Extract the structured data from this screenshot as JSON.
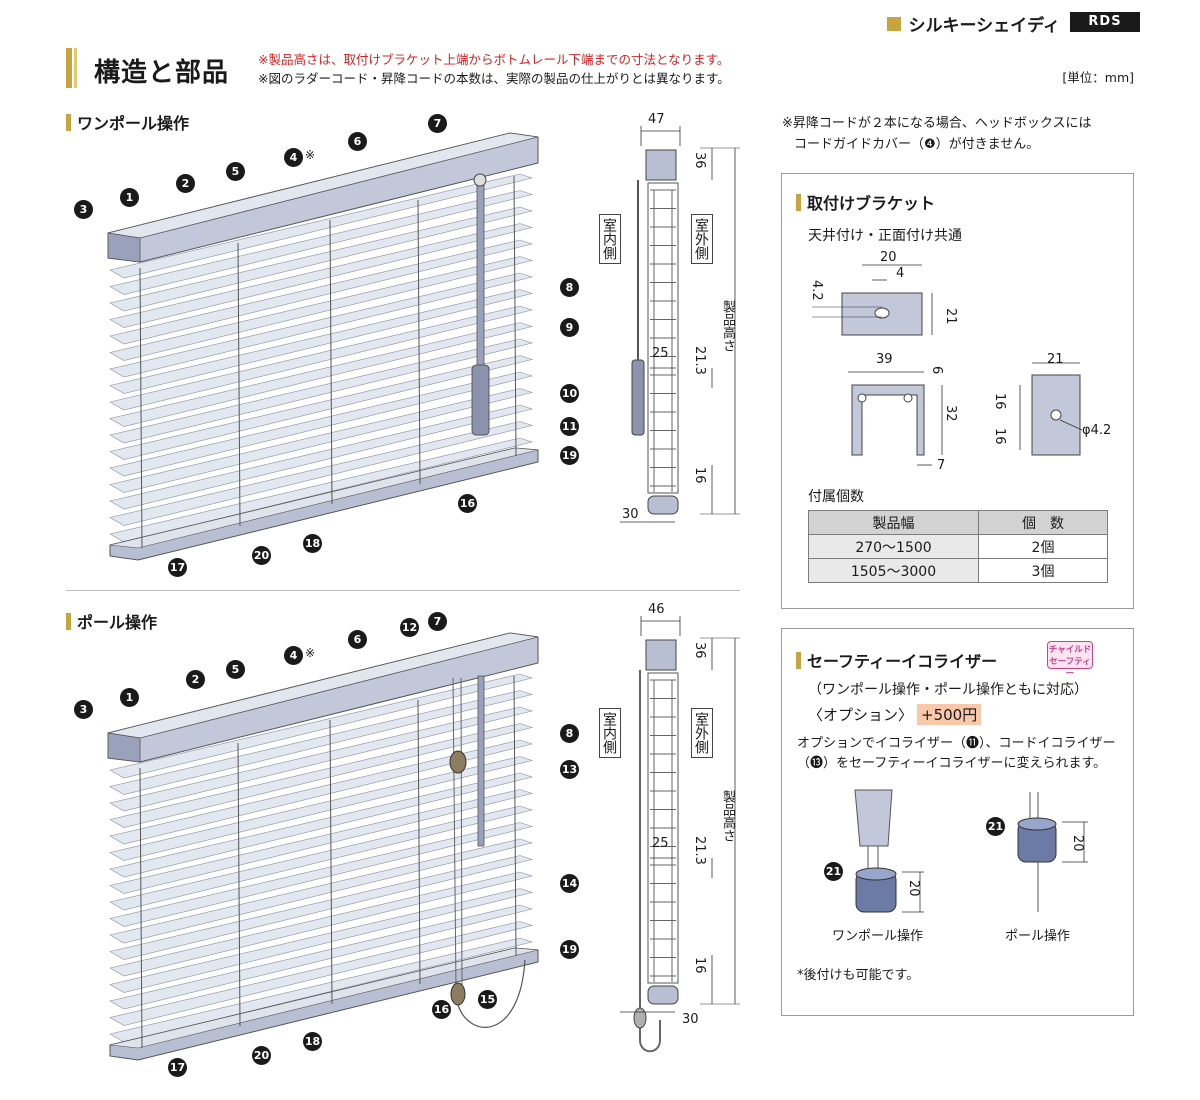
{
  "header": {
    "brand_name": "シルキーシェイディ",
    "brand_code": "RDS",
    "page_title": "構造と部品",
    "note_red": "※製品高さは、取付けブラケット上端からボトムレール下端までの寸法となります。",
    "note_black": "※図のラダーコード・昇降コードの本数は、実際の製品の仕上がりとは異なります。",
    "unit": "[単位：mm]"
  },
  "sections": {
    "one_pole": "ワンポール操作",
    "pole": "ポール操作"
  },
  "callouts": {
    "c1": "❶",
    "c2": "❷",
    "c3": "❸",
    "c4": "❹",
    "c4_mark": "※",
    "c5": "❺",
    "c6": "❻",
    "c7": "❼",
    "c8": "❽",
    "c9": "❾",
    "c10": "❿",
    "c11": "⓫",
    "c12": "⓬",
    "c13": "⓭",
    "c14": "⓮",
    "c15": "⓯",
    "c16": "⓰",
    "c17": "⓱",
    "c18": "⓲",
    "c19": "⓳",
    "c20": "⓴",
    "c21": "㉑"
  },
  "side_view": {
    "indoor": "室内側",
    "outdoor": "室外側",
    "product_height": "製品高さ",
    "top": {
      "depth": "47",
      "head": "36",
      "pitch": "25",
      "slat": "21.3",
      "bottom": "16",
      "rail": "30"
    },
    "bottom": {
      "depth": "46",
      "head": "36",
      "pitch": "25",
      "slat": "21.3",
      "bottom": "16",
      "rail": "30"
    }
  },
  "side_note": {
    "line1": "※昇降コードが２本になる場合、ヘッドボックスには",
    "line2": "コードガイドカバー（❹）が付きません。"
  },
  "bracket": {
    "title": "取付けブラケット",
    "subtitle": "天井付け・正面付け共通",
    "dims": {
      "w20": "20",
      "w4": "4",
      "h42": "4.2",
      "h21": "21",
      "w39": "39",
      "h6": "6",
      "h32": "32",
      "w7": "7",
      "w21": "21",
      "h16a": "16",
      "h16b": "16",
      "hole": "φ4.2"
    },
    "qty_title": "付属個数",
    "table": {
      "headers": [
        "製品幅",
        "個　数"
      ],
      "rows": [
        [
          "270～1500",
          "2個"
        ],
        [
          "1505～3000",
          "3個"
        ]
      ]
    }
  },
  "equalizer": {
    "title": "セーフティーイコライザー",
    "badge": "チャイルドセーフティー",
    "compat": "（ワンポール操作・ポール操作ともに対応）",
    "option_label": "〈オプション〉",
    "option_price": "+500円",
    "desc1": "オプションでイコライザー（⓫）、コードイコライザー",
    "desc2": "（⓭）をセーフティーイコライザーに変えられます。",
    "dim": "20",
    "label_one_pole": "ワンポール操作",
    "label_pole": "ポール操作",
    "footnote": "*後付けも可能です。"
  },
  "colors": {
    "accent": "#c9a43c",
    "red": "#d61f1f",
    "slat": "#d4d9e6",
    "rail": "#a6adc8",
    "badge": "#c8418a",
    "price_bg": "#f9c8ab"
  }
}
